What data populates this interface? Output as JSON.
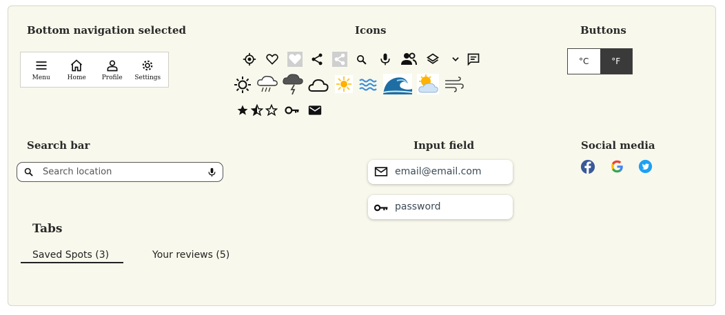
{
  "sections": {
    "bottom_nav": "Bottom navigation selected",
    "icons": "Icons",
    "buttons": "Buttons",
    "search_bar": "Search bar",
    "input_field": "Input field",
    "social_media": "Social media",
    "tabs": "Tabs"
  },
  "bottom_nav": {
    "items": [
      {
        "label": "Menu",
        "icon": "menu-icon"
      },
      {
        "label": "Home",
        "icon": "home-icon"
      },
      {
        "label": "Profile",
        "icon": "profile-icon"
      },
      {
        "label": "Settings",
        "icon": "gear-icon"
      }
    ]
  },
  "units": {
    "celsius": "°C",
    "fahrenheit": "°F",
    "selected": "fahrenheit"
  },
  "search": {
    "placeholder": "Search location"
  },
  "inputs": {
    "email": "email@email.com",
    "password": "password"
  },
  "tabs": [
    {
      "label": "Saved Spots (3)",
      "selected": true
    },
    {
      "label": "Your reviews (5)",
      "selected": false
    }
  ],
  "colors": {
    "panel_bg": "#f8f8ec",
    "selected_button": "#3a3a3a",
    "facebook": "#3b5998",
    "twitter": "#1da1f2"
  }
}
